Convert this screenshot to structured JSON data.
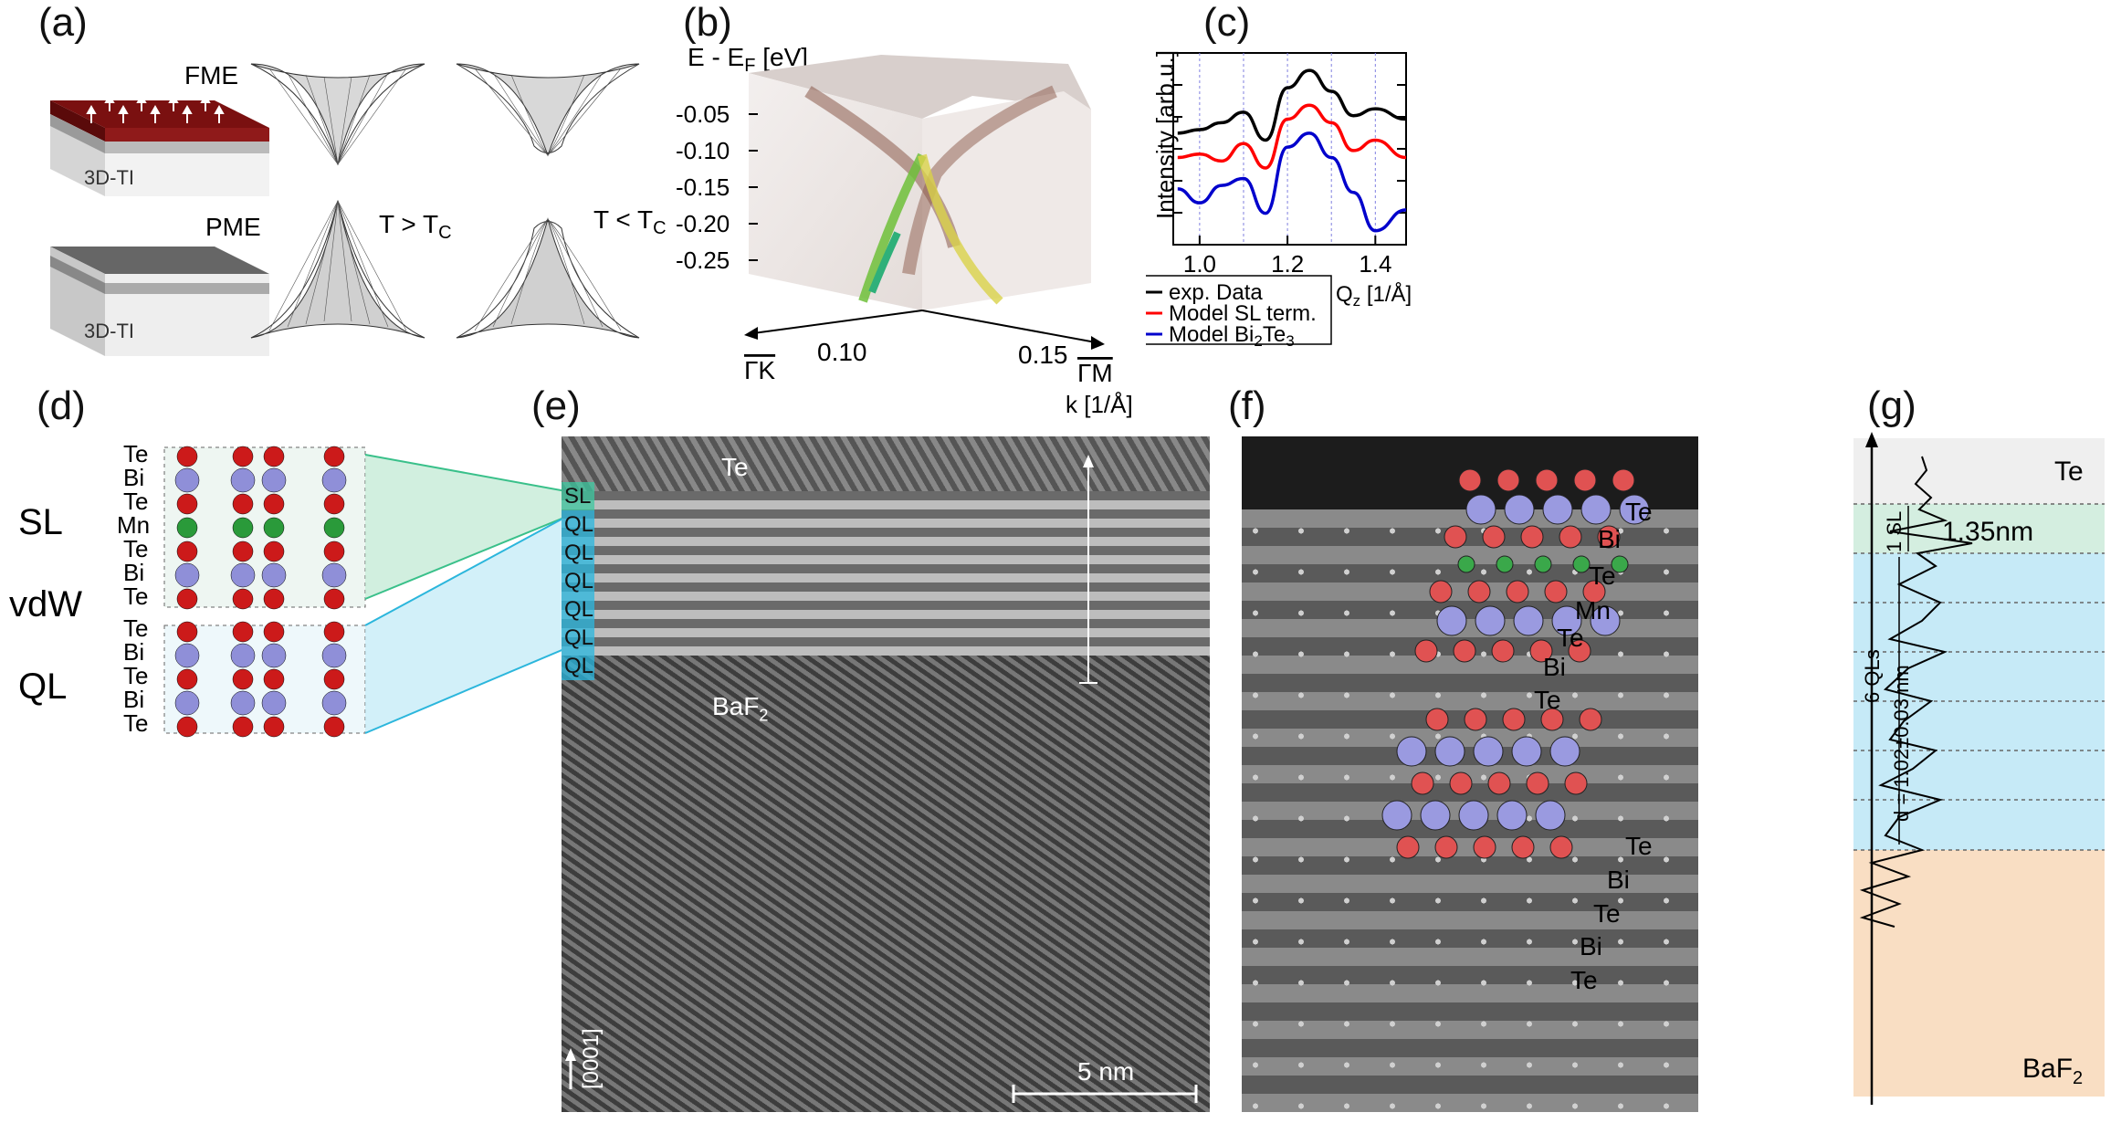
{
  "panels": {
    "a": {
      "letter": "(a)",
      "fme": "FME",
      "pme": "PME",
      "ti_label": "3D-TI",
      "t_above": "T > T",
      "t_below": "T < T",
      "t_sub": "C"
    },
    "b": {
      "letter": "(b)",
      "energy_axis_main": "E - E",
      "energy_axis_sub": "F",
      "energy_axis_unit": " [eV]",
      "energy_ticks": [
        "-0.05",
        "-0.10",
        "-0.15",
        "-0.20",
        "-0.25"
      ],
      "k_ticks": [
        "0.10",
        "0.15"
      ],
      "gamma_k": "ΓK",
      "gamma_m": "ΓM",
      "k_unit": "k [1/Å]"
    },
    "c": {
      "letter": "(c)",
      "ylabel": "Intensity [arb.u.]",
      "xlabel_main": "Q",
      "xlabel_sub": "z",
      "xlabel_unit": " [1/Å]",
      "x_ticks": [
        "1.0",
        "1.2",
        "1.4"
      ],
      "legend": [
        {
          "label": "exp. Data",
          "color": "#000000"
        },
        {
          "label": "Model SL term.",
          "color": "#ff0000"
        },
        {
          "label": "Model Bi",
          "sub1": "2",
          "mid": "Te",
          "sub2": "3",
          "color": "#0000cc"
        }
      ]
    },
    "d": {
      "letter": "(d)",
      "sl": "SL",
      "vdw": "vdW",
      "ql": "QL",
      "layers_sl": [
        "Te",
        "Bi",
        "Te",
        "Mn",
        "Te",
        "Bi",
        "Te"
      ],
      "layers_ql": [
        "Te",
        "Bi",
        "Te",
        "Bi",
        "Te"
      ]
    },
    "e": {
      "letter": "(e)",
      "top_label": "Te",
      "substrate_main": "BaF",
      "substrate_sub": "2",
      "stack": [
        "SL",
        "QL",
        "QL",
        "QL",
        "QL",
        "QL",
        "QL"
      ],
      "direction": "[0001]",
      "scale": "5 nm"
    },
    "f": {
      "letter": "(f)",
      "labels": [
        "Te",
        "Bi",
        "Te",
        "Mn",
        "Te",
        "Bi",
        "Te",
        "Te",
        "Bi",
        "Te",
        "Bi",
        "Te"
      ]
    },
    "g": {
      "letter": "(g)",
      "top": "Te",
      "sl_count": "1 SL",
      "sl_thickness": "1.35nm",
      "ql_count": "6 QLs",
      "ql_spacing": "d = 1.02±0.03 nm",
      "bottom_main": "BaF",
      "bottom_sub": "2"
    }
  },
  "chart_data": {
    "type": "line",
    "xlabel": "Qz [1/Å]",
    "ylabel": "Intensity [arb.u.]",
    "xlim": [
      0.94,
      1.47
    ],
    "series": [
      {
        "name": "exp. Data",
        "x": [
          0.95,
          1.0,
          1.05,
          1.1,
          1.15,
          1.2,
          1.25,
          1.3,
          1.35,
          1.4,
          1.47
        ],
        "values": [
          3.2,
          3.3,
          3.5,
          3.8,
          3.0,
          4.5,
          5.0,
          4.4,
          3.7,
          3.9,
          3.6
        ]
      },
      {
        "name": "Model SL term.",
        "x": [
          0.95,
          1.0,
          1.05,
          1.1,
          1.15,
          1.2,
          1.25,
          1.3,
          1.35,
          1.4,
          1.47
        ],
        "values": [
          2.5,
          2.6,
          2.4,
          2.9,
          2.2,
          3.6,
          4.0,
          3.5,
          2.7,
          3.0,
          2.5
        ]
      },
      {
        "name": "Model Bi2Te3",
        "x": [
          0.95,
          1.0,
          1.05,
          1.1,
          1.15,
          1.2,
          1.25,
          1.3,
          1.35,
          1.4,
          1.47
        ],
        "values": [
          1.6,
          1.2,
          1.7,
          1.9,
          0.9,
          2.8,
          3.2,
          2.5,
          1.5,
          0.4,
          1.0
        ]
      }
    ]
  }
}
